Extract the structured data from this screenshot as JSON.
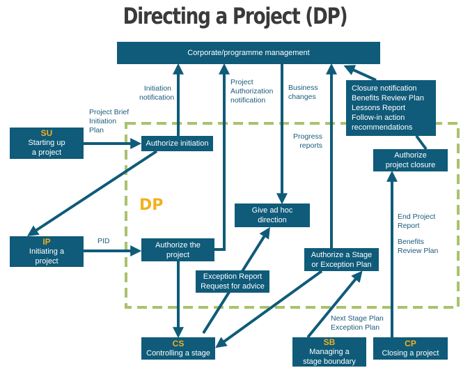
{
  "title": "Directing a Project (DP)",
  "boundary_label": "DP",
  "colors": {
    "box": "#0f5b79",
    "code": "#f2b01e",
    "boundary": "#a8c26c",
    "label": "#1a5a7a"
  },
  "nodes": {
    "corporate": {
      "label": "Corporate/programme management"
    },
    "su": {
      "code": "SU",
      "line1": "Starting up",
      "line2": "a project"
    },
    "ip": {
      "code": "IP",
      "line1": "Initiating a",
      "line2": "project"
    },
    "cs": {
      "code": "CS",
      "line1": "Controlling a stage"
    },
    "sb": {
      "code": "SB",
      "line1": "Managing a",
      "line2": "stage boundary"
    },
    "cp": {
      "code": "CP",
      "line1": "Closing a project"
    },
    "authorize_initiation": {
      "line1": "Authorize initiation"
    },
    "authorize_project": {
      "line1": "Authorize the",
      "line2": "project"
    },
    "give_ad_hoc": {
      "line1": "Give ad hoc",
      "line2": "direction"
    },
    "authorize_stage": {
      "line1": "Authorize a Stage",
      "line2": "or Exception Plan"
    },
    "authorize_closure": {
      "line1": "Authorize",
      "line2": "project closure"
    },
    "exception_report": {
      "line1": "Exception Report",
      "line2": "Request for advice"
    },
    "closure_outputs": {
      "lines": [
        "Closure notification",
        "Benefits Review Plan",
        "Lessons Report",
        "Follow-in action",
        "recommendations"
      ]
    }
  },
  "flow_labels": {
    "initiation_notification": [
      "Initiation",
      "notification"
    ],
    "project_brief": [
      "Project Brief",
      "Initiation",
      "Plan"
    ],
    "project_authorization": [
      "Project",
      "Authorization",
      "notification"
    ],
    "business_changes": [
      "Business",
      "changes"
    ],
    "progress_reports": [
      "Progress",
      "reports"
    ],
    "pid": [
      "PID"
    ],
    "next_stage_plan": [
      "Next Stage Plan",
      "Exception Plan"
    ],
    "end_project_report": [
      "End Project",
      "Report"
    ],
    "benefits_review_plan": [
      "Benefits",
      "Review Plan"
    ]
  }
}
